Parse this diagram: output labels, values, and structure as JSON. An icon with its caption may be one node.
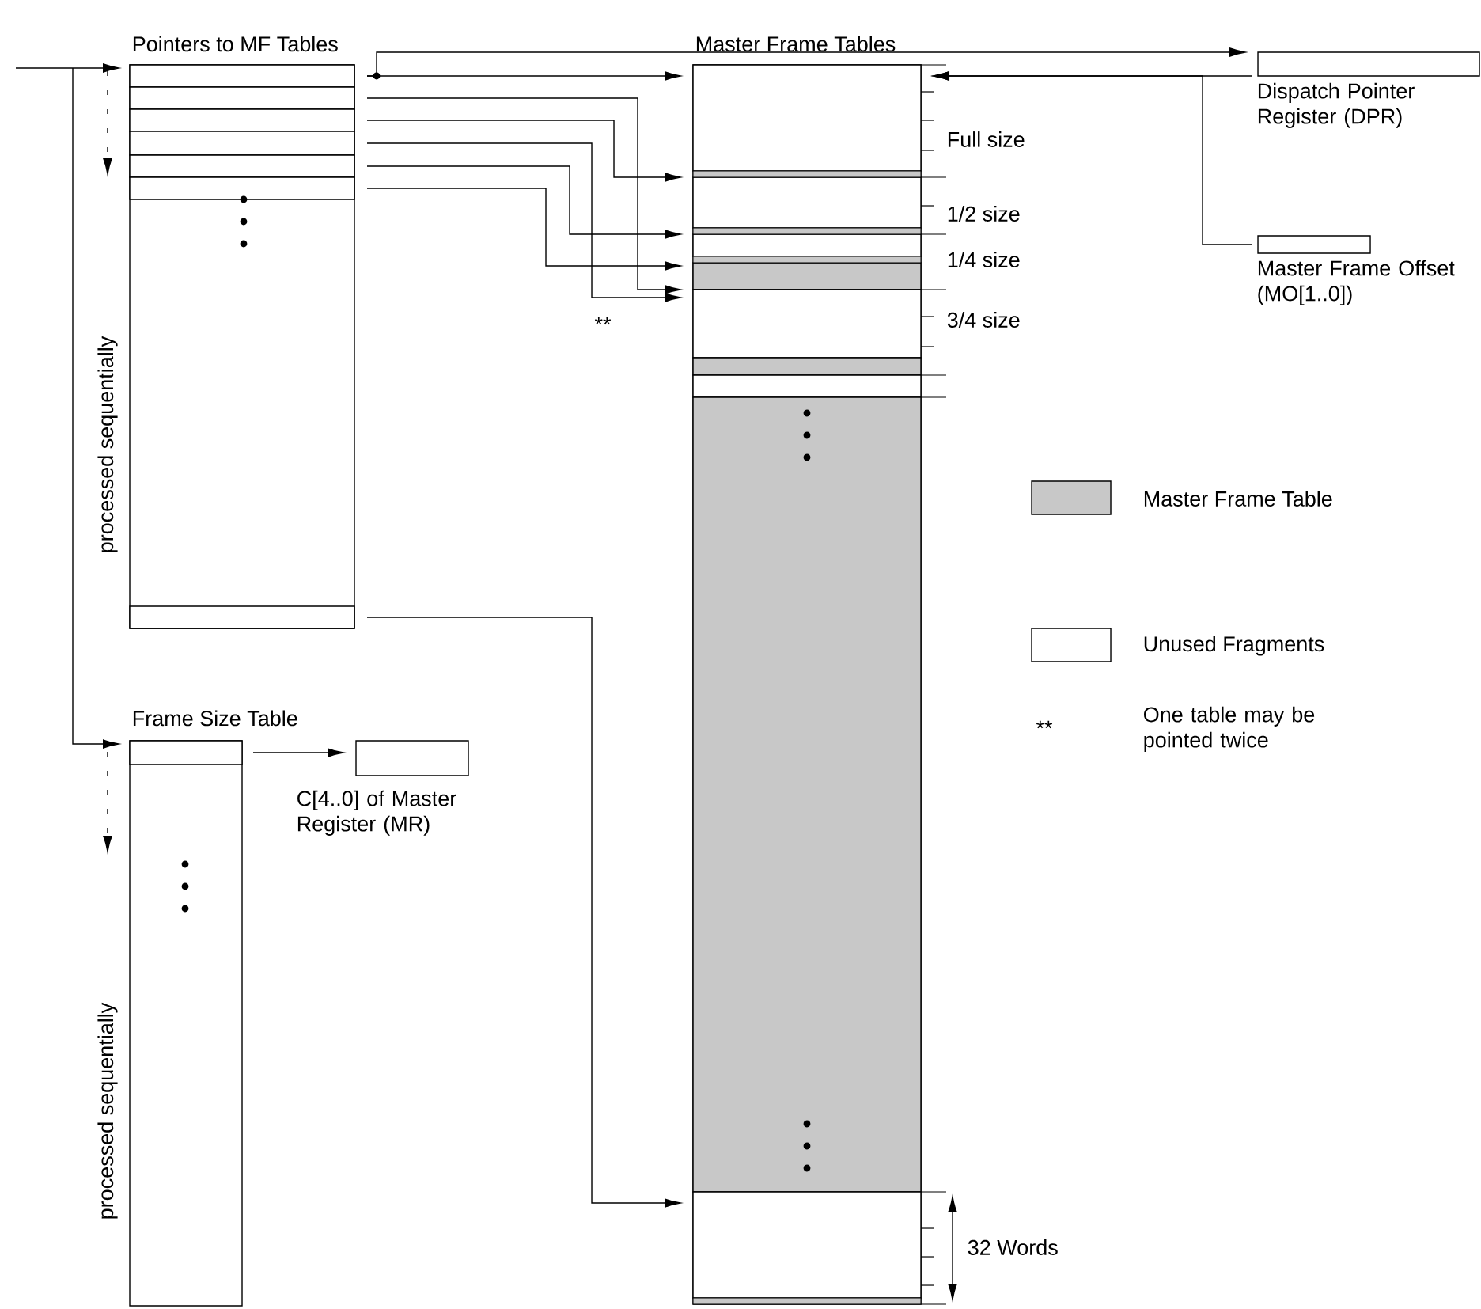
{
  "diagram": {
    "nodes": [
      {
        "text": [
          "Pointers to MF Tables"
        ]
      },
      {
        "text": [],
        "shape": "box",
        "in": 0
      },
      {
        "text": [],
        "shape": "box",
        "in": 0
      },
      {
        "text": [],
        "shape": "box",
        "in": 0
      },
      {
        "text": [],
        "shape": "box",
        "in": 0
      },
      {
        "text": [],
        "shape": "box",
        "in": 0
      },
      {
        "text": [],
        "shape": "box",
        "in": 0
      },
      {
        "text": [],
        "shape": "box",
        "in": 0
      },
      {
        "text": [
          "Frame Size Table"
        ]
      },
      {
        "text": [],
        "shape": "box",
        "in": 8
      },
      {
        "text": [
          "C[4..0] of Master Register (MR)"
        ]
      },
      {
        "text": [
          "Master Frame Tables"
        ]
      },
      {
        "text": [],
        "shape": "box",
        "in": 11,
        "beside": [
          "Full size"
        ]
      },
      {
        "text": [],
        "shape": "box",
        "in": 11,
        "beside": [
          "1/2 size"
        ]
      },
      {
        "text": [],
        "shape": "box",
        "in": 11,
        "beside": [
          "1/4 size"
        ]
      },
      {
        "text": [],
        "shape": "box",
        "in": 11
      },
      {
        "text": [],
        "shape": "box",
        "in": 11,
        "beside": [
          "3/4 size"
        ]
      },
      {
        "text": [],
        "shape": "box",
        "in": 11
      },
      {
        "text": [],
        "shape": "box",
        "in": 11
      },
      {
        "text": [],
        "shape": "box",
        "in": 11
      },
      {
        "text": [],
        "shape": "box",
        "in": 11
      },
      {
        "text": [
          "Dispatch Pointer Register (DPR)"
        ]
      },
      {
        "text": [
          "Master Frame Offset (MO[1..0])"
        ]
      }
    ],
    "edges": [
      {
        "from": null,
        "to": 0,
        "arrow": "to"
      },
      {
        "from": null,
        "to": 8,
        "arrow": "to"
      },
      {
        "from": 1,
        "to": 12,
        "arrow": "to"
      },
      {
        "from": 1,
        "to": 21,
        "arrow": "to"
      },
      {
        "from": 2,
        "to": 16,
        "arrow": "to"
      },
      {
        "from": 3,
        "to": 13,
        "arrow": "to"
      },
      {
        "from": 4,
        "to": 16,
        "arrow": "to"
      },
      {
        "from": 5,
        "to": 14,
        "arrow": "to"
      },
      {
        "from": 6,
        "to": 15,
        "arrow": "to"
      },
      {
        "from": 7,
        "to": 20,
        "arrow": "to"
      },
      {
        "from": 9,
        "to": 10,
        "arrow": "to"
      },
      {
        "from": 21,
        "to": 12,
        "arrow": "to"
      },
      {
        "from": 22,
        "to": 12,
        "arrow": "to"
      }
    ],
    "labels": [
      "processed sequentially",
      "**",
      "**",
      "One table may be pointed twice",
      "processed sequentially",
      "32 Words"
    ],
    "legend": [
      {
        "text": "Master Frame Table",
        "color": "#c8c8c8"
      },
      {
        "text": "Unused Fragments"
      }
    ]
  }
}
